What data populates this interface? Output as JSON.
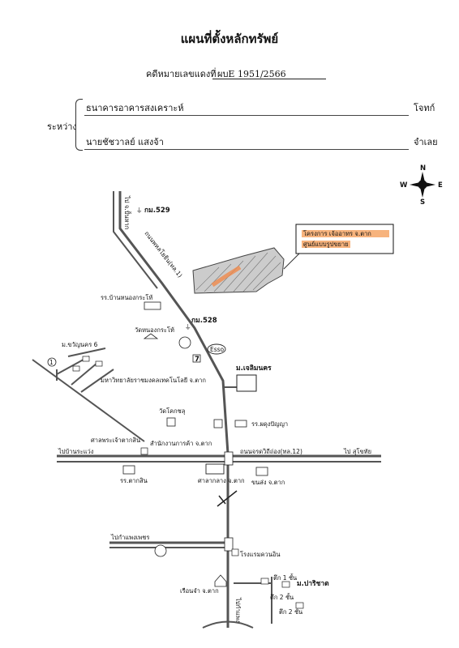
{
  "document": {
    "title": "แผนที่ตั้งหลักทรัพย์",
    "case_label": "คดีหมายเลขแดงที่",
    "case_number": "ผบE 1951/2566",
    "between_label": "ระหว่าง",
    "plaintiff": {
      "name": "ธนาคารอาคารสงเคราะห์",
      "role": "โจทก์"
    },
    "defendant": {
      "name": "นายชัชวาลย์  แสงจ้า",
      "role": "จำเลย"
    }
  },
  "compass": {
    "n": "N",
    "s": "S",
    "e": "E",
    "w": "W"
  },
  "map": {
    "callout_line1": "โครงการ เจ้ออาทร จ.ตาก",
    "callout_line2": "ศูนย์แบบรูปขยาย",
    "road_main": "ถนนพหลโยธิน(ทล.1)",
    "road_cross": "ถนนจรดวิถีถ่อง(ทล.12)",
    "to_north": "ไป จ.ปั้นหาก",
    "to_west": "ไปบ้านระแว่ง",
    "to_east": "ไป สุโขทัย",
    "to_kamphaeng": "ไปกำแพงเพชร",
    "to_south": "ไปกำแพง",
    "km529": "กม.529",
    "km528": "กม.528",
    "school_nongkrathing": "รร.บ้านหนองกระโท้",
    "temple_nongkrathing": "วัดหนองกระโท้",
    "village_chanyun": "ม.ขวัญนคร 6",
    "university": "มหาวิทยาลัยราชมงคลเทคโนโลยี จ.ตาก",
    "village_chalerm": "ม.เจลิมนคร",
    "esso": "Esso",
    "seven_eleven": "7",
    "temple_dhamma": "วัดโคกชลุ",
    "shrine_chaotak": "ศาลพระเจ้าตากสิน",
    "office_chaotak": "สำนักงานการค้า จ.ตาก",
    "school_phadung": "รร.ผดุงปัญญา",
    "school_taksin": "รร.ตากสิน",
    "court": "ศาลากลาง จ.ตาก",
    "transport": "ขนส่ง จ.ตาก",
    "hotel": "โรงแรมควนอิน",
    "prison": "เรือนจำ จ.ตาก",
    "village_parichat": "ม.ปาริชาต",
    "shop1": "ตึก 1 ชั้น",
    "shop2": "ตึก 2 ชั้น",
    "shop3": "ตึก 2 ชั้น",
    "circle_label": "1"
  }
}
